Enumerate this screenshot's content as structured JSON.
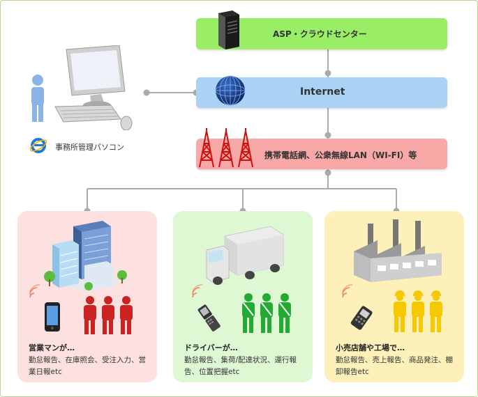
{
  "layers": {
    "asp": {
      "label": "ASP・クラウドセンター",
      "color": "#99ee66"
    },
    "internet": {
      "label": "Internet",
      "color": "#a9d2f5"
    },
    "mobile": {
      "label": "携帯電話網、公衆無線LAN（WI-FI）等",
      "color": "#f9a8a8"
    }
  },
  "office": {
    "label": "事務所管理パソコン"
  },
  "panels": [
    {
      "title": "営業マンが…",
      "desc": "勤怠報告、在庫照会、受注入力、営業日報etc",
      "color": "#fde0e0",
      "figure_color": "#cc2222"
    },
    {
      "title": "ドライバーが…",
      "desc": "勤怠報告、集荷/配達状況、運行報告、位置把握etc",
      "color": "#ddf8d2",
      "figure_color": "#22aa33"
    },
    {
      "title": "小売店舗や工場で…",
      "desc": "勤怠報告、売上報告、商品発注、棚卸報告etc",
      "color": "#fdf0b8",
      "figure_color": "#f5c800"
    }
  ],
  "icons": {
    "server": "server-icon",
    "globe": "globe-icon",
    "tower": "antenna-tower-icon",
    "pc": "desktop-computer-icon",
    "browser": "ie-browser-icon",
    "building": "office-building-icon",
    "truck": "truck-icon",
    "factory": "factory-icon",
    "phone": "smartphone-icon",
    "flip": "flip-phone-icon",
    "handheld": "handheld-terminal-icon",
    "signal": "signal-waves-icon",
    "person": "person-icon"
  }
}
